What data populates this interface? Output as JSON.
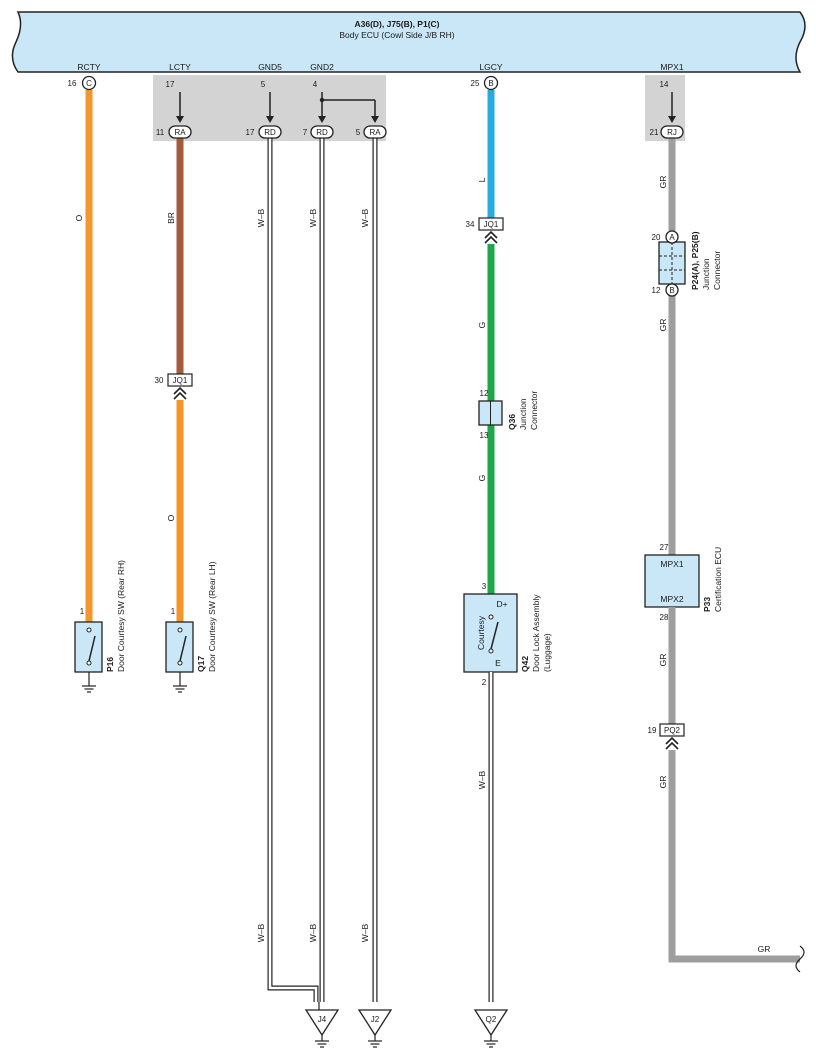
{
  "header": {
    "title": "A36(D), J75(B), P1(C)",
    "subtitle": "Body ECU (Cowl Side J/B RH)"
  },
  "ecu_terminals": {
    "rcty": "RCTY",
    "lcty": "LCTY",
    "gnd5": "GND5",
    "gnd2": "GND2",
    "lgcy": "LGCY",
    "mpx1": "MPX1"
  },
  "pins": {
    "rcty": "16",
    "lcty": "17",
    "gnd5": "5",
    "gnd2": "4",
    "lgcy": "25",
    "mpx1": "14",
    "ra_lcty": "11",
    "rd_gnd5": "17",
    "rd_gnd2": "7",
    "ra_gnd2": "5",
    "rj_mpx1": "21",
    "jq1_top": "34",
    "jq1_lcty": "30",
    "p24_a": "20",
    "p24_b": "12",
    "q36_in": "12",
    "q36_out": "13",
    "p16_pin": "1",
    "q17_pin": "1",
    "q42_in": "3",
    "q42_out": "2",
    "p33_in": "27",
    "p33_out": "28",
    "pq2": "19"
  },
  "connector_letters": {
    "c": "C",
    "b": "B",
    "a": "A",
    "ra": "RA",
    "rd": "RD",
    "rj": "RJ"
  },
  "connector_codes": {
    "jq1": "JQ1",
    "pq2": "PQ2"
  },
  "wire_colors": {
    "o": "O",
    "br": "BR",
    "wb": "W–B",
    "l": "L",
    "g": "G",
    "gr": "GR"
  },
  "components": {
    "p16": {
      "code": "P16",
      "name": "Door Courtesy SW (Rear RH)"
    },
    "q17": {
      "code": "Q17",
      "name": "Door Courtesy SW (Rear LH)"
    },
    "q36": {
      "code": "Q36",
      "line1": "Junction",
      "line2": "Connector"
    },
    "p24": {
      "code": "P24(A), P25(B)",
      "line1": "Junction",
      "line2": "Connector"
    },
    "q42": {
      "code": "Q42",
      "line1": "Door Lock Assembly",
      "line2": "(Luggage)",
      "inner": "Courtesy",
      "d_plus": "D+",
      "e": "E"
    },
    "p33": {
      "code": "P33",
      "name": "Certification ECU",
      "mpx1": "MPX1",
      "mpx2": "MPX2"
    }
  },
  "grounds": {
    "j4": "J4",
    "j2": "J2",
    "q2": "Q2"
  },
  "colors": {
    "ecu_fill": "#c9e7f7",
    "component_fill": "#c9e7f7",
    "junction_shade": "#d3d3d3",
    "orange": "#f4962a",
    "brown": "#a55a3c",
    "blue": "#27aae1",
    "green": "#1ea64a",
    "gray": "#9e9e9e"
  }
}
